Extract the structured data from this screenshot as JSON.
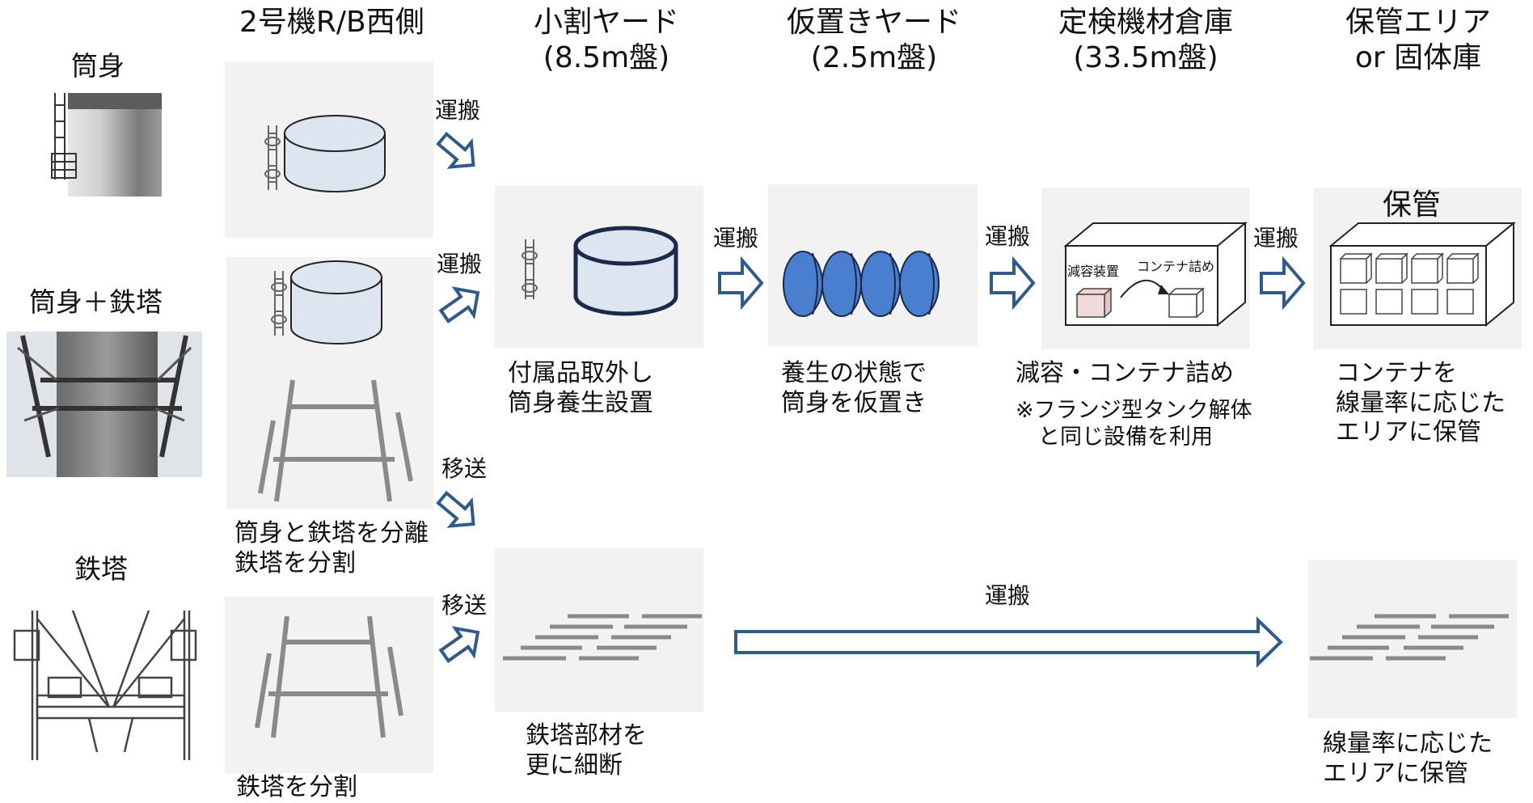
{
  "columns": {
    "col1": "2号機R/B西側",
    "col2": [
      "小割ヤード",
      "(8.5m盤)"
    ],
    "col3": [
      "仮置きヤード",
      "(2.5m盤)"
    ],
    "col4": [
      "定検機材倉庫",
      "(33.5m盤)"
    ],
    "col5": [
      "保管エリア",
      "or 固体庫"
    ]
  },
  "rows": {
    "r1": "筒身",
    "r2": "筒身＋鉄塔",
    "r3": "鉄塔"
  },
  "arrows": {
    "a1": "運搬",
    "a2": "運搬",
    "a3": "移送",
    "a4": "移送",
    "a5": "運搬",
    "a6": "運搬",
    "a7": "運搬",
    "a8": "運搬"
  },
  "captions": {
    "separate": [
      "筒身と鉄塔を分離",
      "鉄塔を分割"
    ],
    "split": "鉄塔を分割",
    "small_yard": [
      "付属品取外し",
      "筒身養生設置"
    ],
    "temp_yard": [
      "養生の状態で",
      "筒身を仮置き"
    ],
    "warehouse": "減容・コンテナ詰め",
    "warehouse_note": [
      "※フランジ型タンク解体",
      "と同じ設備を利用"
    ],
    "storage": [
      "コンテナを",
      "線量率に応じた",
      "エリアに保管"
    ],
    "tower_parts": [
      "鉄塔部材を",
      "更に細断"
    ],
    "tower_storage": [
      "線量率に応じた",
      "エリアに保管"
    ]
  },
  "inner": {
    "reduce_device": "減容装置",
    "container_fill": "コンテナ詰め",
    "storage_title": "保管"
  },
  "colors": {
    "arrow_stroke": "#2f5a8a",
    "panel_bg": "#f2f2f2",
    "cylinder_fill": "#dde6f0",
    "rolled_fill": "#4a7fd0",
    "bar": "#888888"
  }
}
